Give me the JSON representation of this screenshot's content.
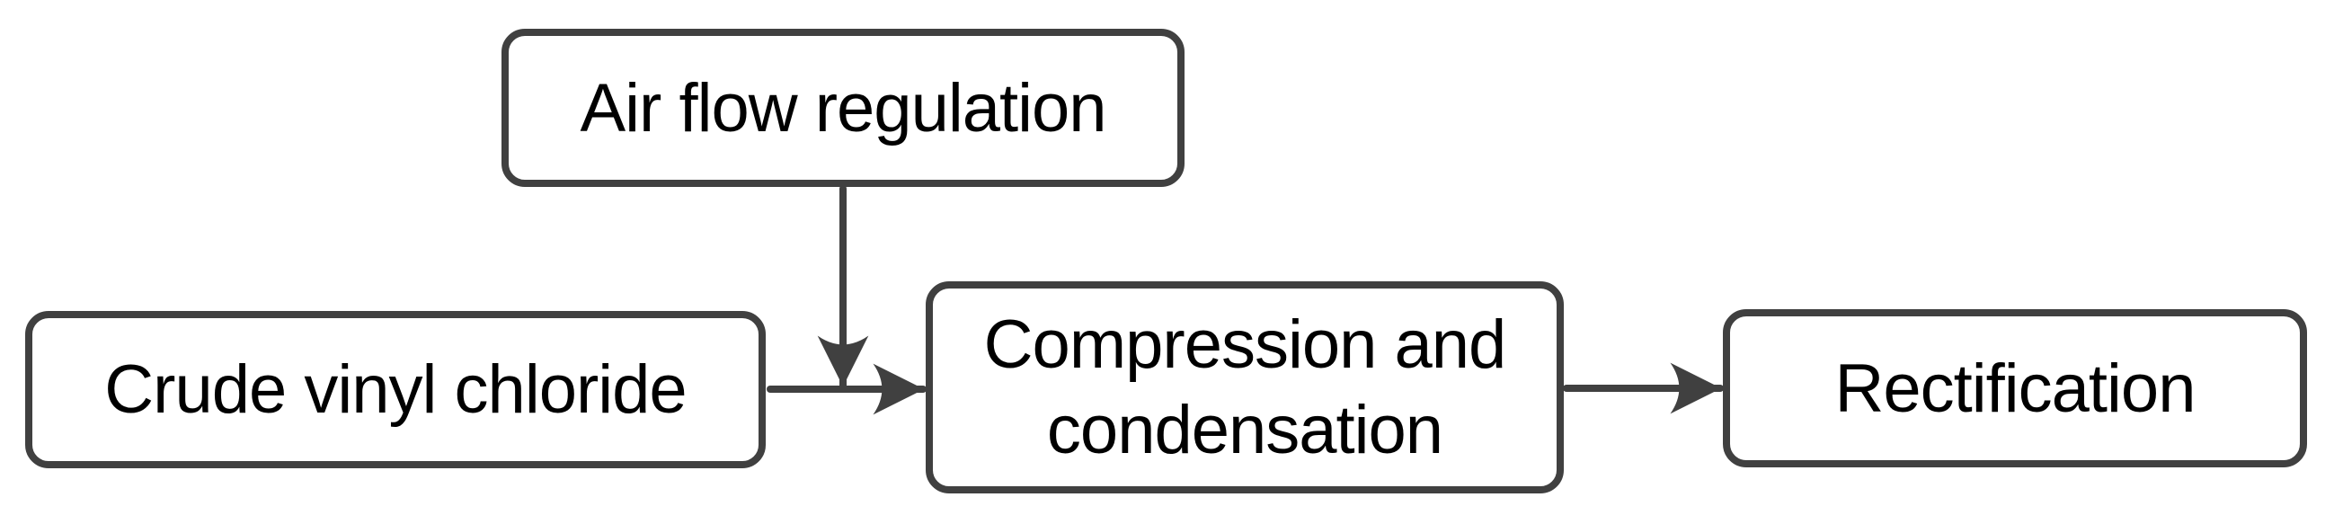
{
  "diagram": {
    "type": "flowchart",
    "background_color": "#ffffff",
    "node_border_color": "#404040",
    "node_fill_color": "#ffffff",
    "arrow_color": "#404040",
    "text_color": "#000000",
    "nodes": [
      {
        "id": "air-flow-regulation",
        "label": "Air flow regulation"
      },
      {
        "id": "crude-vinyl-chloride",
        "label": "Crude vinyl chloride"
      },
      {
        "id": "compression-condensation",
        "label": "Compression and\ncondensation"
      },
      {
        "id": "rectification",
        "label": "Rectification"
      }
    ],
    "edges": [
      {
        "from": "air-flow-regulation",
        "to": "crude-to-compression-line",
        "direction": "down"
      },
      {
        "from": "crude-vinyl-chloride",
        "to": "compression-condensation",
        "direction": "right"
      },
      {
        "from": "compression-condensation",
        "to": "rectification",
        "direction": "right"
      }
    ]
  }
}
